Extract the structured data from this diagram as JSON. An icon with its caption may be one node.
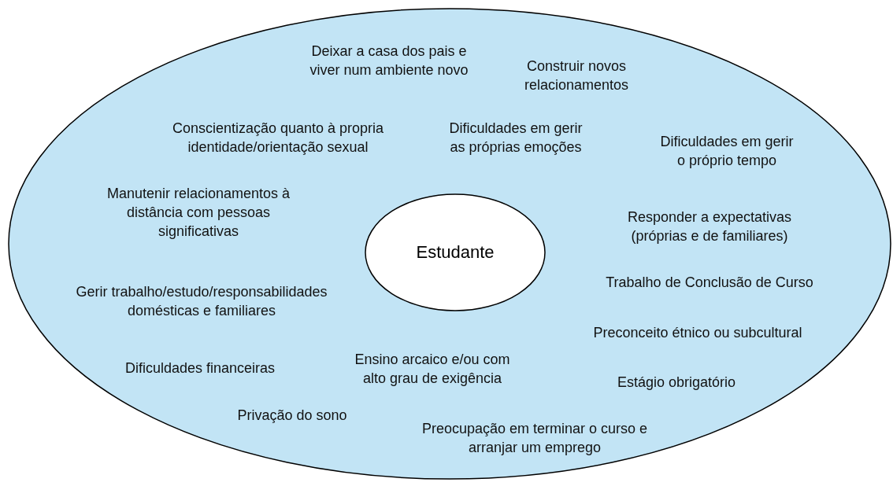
{
  "diagram": {
    "nodes": [
      {
        "text": [],
        "shape": "ellipse"
      },
      {
        "text": [
          "Estudante"
        ],
        "in": 0
      }
    ],
    "labels": [
      "Deixar a casa dos pais e viver num ambiente novo",
      "Construir novos relacionamentos",
      "Conscientização quanto à propria identidade/orientação sexual",
      "Dificuldades em gerir as próprias emoções",
      "Dificuldades em gerir o próprio tempo",
      "Manutenir relacionamentos à distância com pessoas significativas",
      "Responder a expectativas (próprias e de familiares)",
      "Trabalho de Conclusão de Curso",
      "Gerir trabalho/estudo/responsabilidades domésticas e familiares",
      "Preconceito étnico ou subcultural",
      "Dificuldades financeiras",
      "Ensino arcaico e/ou com alto grau de exigência",
      "Estágio obrigatório",
      "Privação do sono",
      "Preocupação em terminar o curso e arranjar um emprego"
    ]
  }
}
